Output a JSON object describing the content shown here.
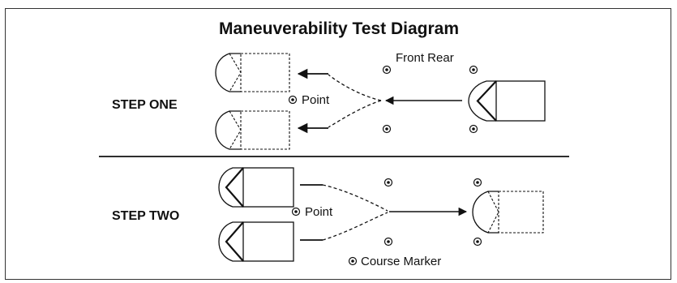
{
  "title": "Maneuverability Test Diagram",
  "labels": {
    "front_rear": "Front Rear",
    "point_step_one": "Point",
    "point_step_two": "Point",
    "course_marker": "Course Marker"
  },
  "steps": {
    "one": "STEP ONE",
    "two": "STEP TWO"
  },
  "icons": {
    "course_marker": "circled-dot"
  },
  "colors": {
    "ink": "#111111",
    "background": "#ffffff"
  }
}
